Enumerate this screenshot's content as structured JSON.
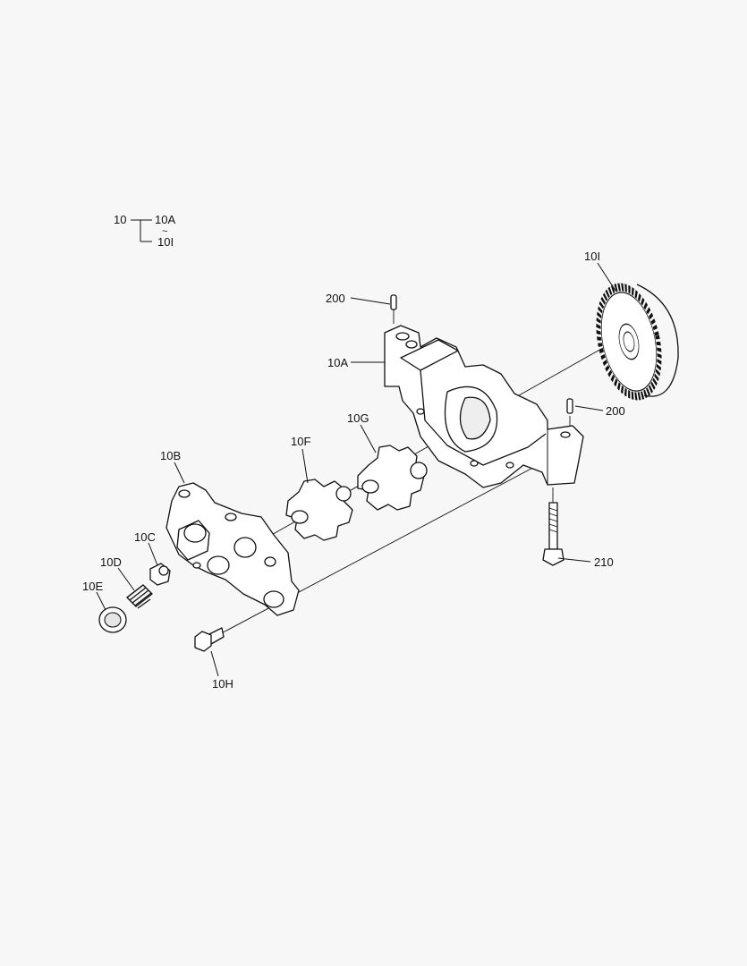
{
  "legend": {
    "parent": "10",
    "range_start": "10A",
    "range_sep": "~",
    "range_end": "10I"
  },
  "callouts": {
    "c200_top": "200",
    "c10A": "10A",
    "c10I": "10I",
    "c200_right": "200",
    "c10G": "10G",
    "c10F": "10F",
    "c10B": "10B",
    "c10C": "10C",
    "c10D": "10D",
    "c10E": "10E",
    "c10H": "10H",
    "c210": "210"
  }
}
